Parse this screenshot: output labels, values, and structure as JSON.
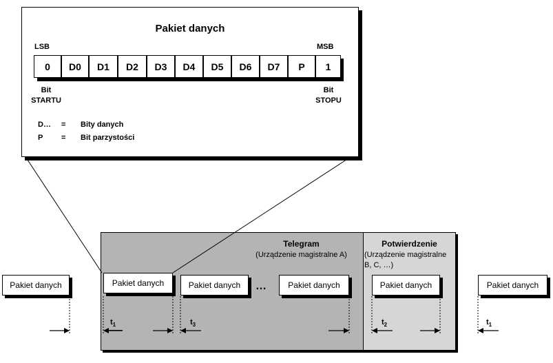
{
  "zoom": {
    "title": "Pakiet danych",
    "lsb": "LSB",
    "msb": "MSB",
    "bits": [
      "0",
      "D0",
      "D1",
      "D2",
      "D3",
      "D4",
      "D5",
      "D6",
      "D7",
      "P",
      "1"
    ],
    "start_label_line1": "Bit",
    "start_label_line2": "STARTU",
    "stop_label_line1": "Bit",
    "stop_label_line2": "STOPU",
    "legend": [
      {
        "key": "D…",
        "eq": "=",
        "desc": "Bity danych"
      },
      {
        "key": "P",
        "eq": "=",
        "desc": "Bit parzystości"
      }
    ]
  },
  "telegram": {
    "title": "Telegram",
    "subtitle": "(Urządzenie magistralne A)",
    "ellipsis": "…"
  },
  "ack": {
    "title": "Potwierdzenie",
    "subtitle_line1": "(Urządzenie magistralne",
    "subtitle_line2": "B, C, …)"
  },
  "packets": {
    "label": "Pakiet danych"
  },
  "times": {
    "t1": "t",
    "t1_sub": "1",
    "t2": "t",
    "t2_sub": "2",
    "t3": "t",
    "t3_sub": "3"
  },
  "colors": {
    "telegram_bg": "#b4b4b4",
    "ack_bg": "#d6d6d6"
  }
}
